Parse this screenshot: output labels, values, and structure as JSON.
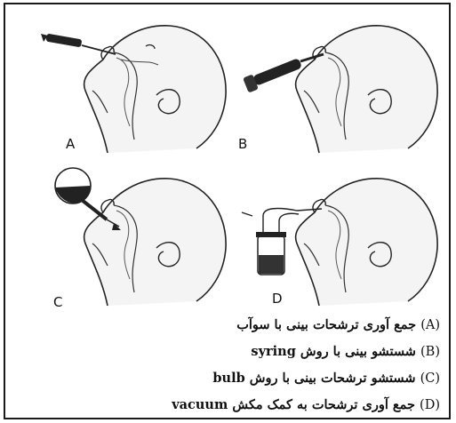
{
  "panels": [
    {
      "letter": "A"
    },
    {
      "letter": "B"
    },
    {
      "letter": "C"
    },
    {
      "letter": "D"
    }
  ],
  "captions": [
    {
      "letter": "(A)",
      "text": "جمع آوری ترشحات بینی با سوآب"
    },
    {
      "letter": "(B)",
      "text": "شستشو بینی با روش syring"
    },
    {
      "letter": "(C)",
      "text": "شستشو ترشحات بینی با روش bulb"
    },
    {
      "letter": "(D)",
      "text": "جمع آوری ترشحات به کمک مکش vacuum"
    }
  ]
}
